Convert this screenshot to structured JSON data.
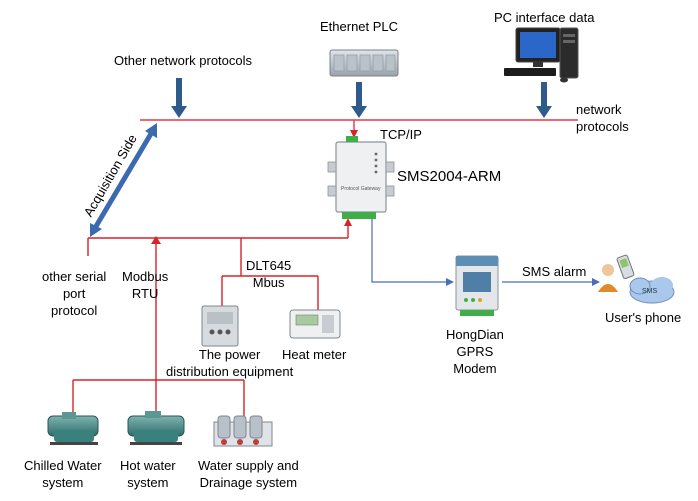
{
  "labels": {
    "ethernet_plc": "Ethernet  PLC",
    "pc_interface": "PC interface data",
    "other_network": "Other network protocols",
    "network_protocols": [
      "network",
      "protocols"
    ],
    "tcp_ip": "TCP/IP",
    "sms2004": "SMS2004-ARM",
    "acquisition_side": "Acquisition Side",
    "other_serial": [
      "other serial",
      "port",
      "protocol"
    ],
    "modbus": [
      "Modbus",
      "RTU"
    ],
    "dlt645": [
      "DLT645",
      "Mbus"
    ],
    "power_dist": [
      "The power",
      "distribution equipment"
    ],
    "heat_meter": "Heat meter",
    "hongdian": [
      "HongDian",
      "GPRS",
      "Modem"
    ],
    "sms_alarm": "SMS alarm",
    "users_phone": "User's phone",
    "chilled": [
      "Chilled Water",
      "system"
    ],
    "hot_water": [
      "Hot water",
      "system"
    ],
    "water_supply": [
      "Water supply  and",
      "Drainage system"
    ],
    "device_face": "Protocol Gateway",
    "cloud_text": "SMS"
  },
  "colors": {
    "network_line": "#e8364a",
    "field_line": "#d9222a",
    "modem_line": "#4a6fb8",
    "arrow_blue": "#2e5b8c"
  }
}
